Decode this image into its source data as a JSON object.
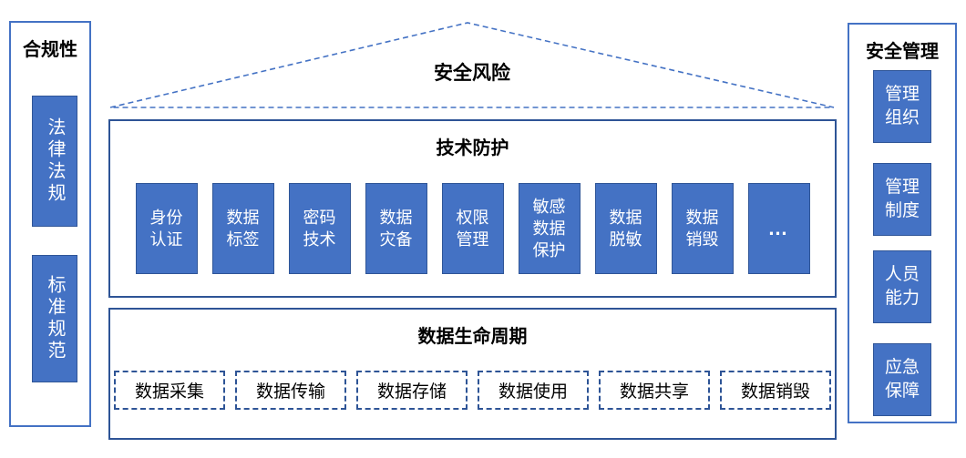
{
  "palette": {
    "fill_blue": "#4472C4",
    "fill_border": "#2F5597",
    "section_border": "#2E5496",
    "dash_blue": "#4472C4",
    "text_dark": "#000000",
    "text_light": "#FFFFFF"
  },
  "left_panel": {
    "title": "合规性",
    "items": [
      {
        "label": "法律法规"
      },
      {
        "label": "标准规范"
      }
    ]
  },
  "roof": {
    "label": "安全风险"
  },
  "tech_panel": {
    "title": "技术防护",
    "items": [
      {
        "label": "身份\n认证"
      },
      {
        "label": "数据\n标签"
      },
      {
        "label": "密码\n技术"
      },
      {
        "label": "数据\n灾备"
      },
      {
        "label": "权限\n管理"
      },
      {
        "label": "敏感\n数据\n保护"
      },
      {
        "label": "数据\n脱敏"
      },
      {
        "label": "数据\n销毁"
      },
      {
        "label": "…"
      }
    ]
  },
  "lifecycle_panel": {
    "title": "数据生命周期",
    "items": [
      {
        "label": "数据采集"
      },
      {
        "label": "数据传输"
      },
      {
        "label": "数据存储"
      },
      {
        "label": "数据使用"
      },
      {
        "label": "数据共享"
      },
      {
        "label": "数据销毁"
      }
    ]
  },
  "right_panel": {
    "title": "安全管理",
    "items": [
      {
        "label": "管理\n组织"
      },
      {
        "label": "管理\n制度"
      },
      {
        "label": "人员\n能力"
      },
      {
        "label": "应急\n保障"
      }
    ]
  }
}
